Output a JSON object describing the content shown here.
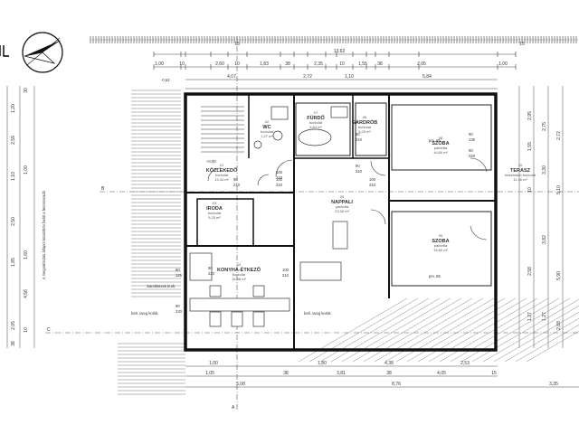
{
  "top_dims": {
    "overall": "13,62",
    "row2": [
      "1,00",
      "10",
      "2,60",
      "10",
      "1,83",
      "38",
      "2,35",
      "10",
      "1,55",
      "38",
      "2,05",
      "1,00"
    ],
    "row3": [
      "4,07",
      "2,72",
      "1,10",
      "5,84"
    ],
    "row3b": [
      "15",
      "15"
    ]
  },
  "bottom_dims": {
    "row1": [
      "1,00",
      "1,80",
      "4,38",
      "2,53"
    ],
    "row2": [
      "1,05",
      "38",
      "3,81",
      "38",
      "4,05",
      "15"
    ],
    "row3": [
      "5,08",
      "8,76",
      "3,35"
    ]
  },
  "left_dims": [
    "1,20",
    "2,59",
    "1,10",
    "1,00",
    "2,50",
    "1,60",
    "1,85",
    "4,56",
    "2,05",
    "10",
    "38",
    "30"
  ],
  "right_dims": [
    "2,95",
    "2,75",
    "1,55",
    "2,72",
    "3,30",
    "10",
    "5,10",
    "3,82",
    "5,90",
    "2,58",
    "1,27",
    "1,27",
    "2,88"
  ],
  "rooms": [
    {
      "num": "01",
      "name": "KÖZLEKEDŐ",
      "label": "burkolat",
      "area": "13,44 m²"
    },
    {
      "num": "02",
      "name": "WC",
      "label": "burkolat",
      "area": "1,27 m²"
    },
    {
      "num": "03",
      "name": "IRODA",
      "label": "burkolat",
      "area": "9,25 m²"
    },
    {
      "num": "04",
      "name": "KONYHA-ÉTKEZŐ",
      "label": "burkolat",
      "area": "16,58 m²"
    },
    {
      "num": "05",
      "name": "NAPPALI",
      "label": "parketta",
      "area": "23,36 m²"
    },
    {
      "num": "06",
      "name": "GARDRÓB",
      "label": "burkolat",
      "area": "3,29 m²"
    },
    {
      "num": "07",
      "name": "FÜRDŐ",
      "label": "burkolat",
      "area": "5,64 m²"
    },
    {
      "num": "08",
      "name": "SZOBA",
      "label": "parketta",
      "area": "16,60 m²"
    },
    {
      "num": "09",
      "name": "SZOBA",
      "label": "parketta",
      "area": "15,60 m²"
    },
    {
      "num": "10",
      "name": "TERASZ",
      "label": "beszáradó burkolat",
      "area": "11,46 m²"
    }
  ],
  "doors": [
    "100\n210",
    "100\n210",
    "90\n210",
    "100\n210",
    "100\n210",
    "90\n210",
    "90\n210",
    "90\n220",
    "90\n135",
    "90\n220",
    "90\n220",
    "90\n125"
  ],
  "markers": {
    "section_b": "B",
    "section_c": "C",
    "section_a": "A",
    "level": "+0,00",
    "level_outside": "-0,62"
  },
  "notes": {
    "left_side": "A megvalósítás állapot küszöbön belül a fennmaradó",
    "stair_note": "Sarokkövek burk.",
    "glass": "belt. üveg korlát",
    "parapet": "pm. 85"
  }
}
